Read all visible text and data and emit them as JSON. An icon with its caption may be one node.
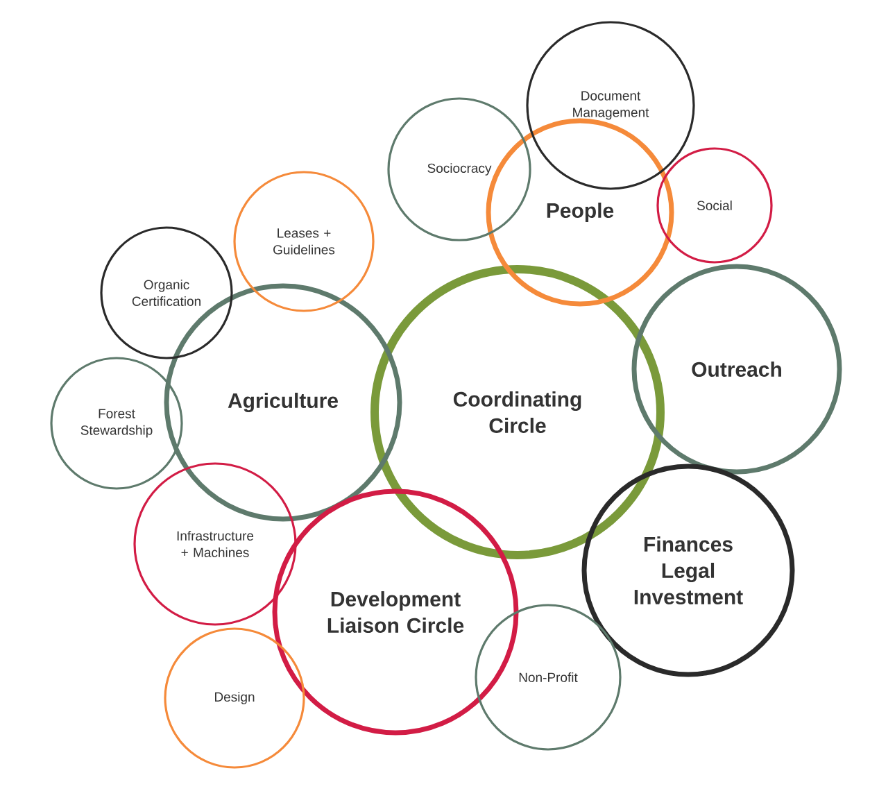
{
  "diagram": {
    "nodes": [
      {
        "text": [
          "Document Management"
        ]
      },
      {
        "text": [
          "Sociocracy"
        ]
      },
      {
        "text": [
          "People"
        ]
      },
      {
        "text": [
          "Social"
        ]
      },
      {
        "text": [
          "Leases + Guidelines"
        ]
      },
      {
        "text": [
          "Organic Certification"
        ]
      },
      {
        "text": [
          "Agriculture"
        ]
      },
      {
        "text": [
          "Coordinating Circle"
        ]
      },
      {
        "text": [
          "Outreach"
        ]
      },
      {
        "text": [
          "Forest Stewardship"
        ]
      },
      {
        "text": [
          "Infrastructure + Machines"
        ]
      },
      {
        "text": [
          "Finances Legal Investment"
        ]
      },
      {
        "text": [
          "Development Liaison Circle"
        ]
      },
      {
        "text": [
          "Non-Profit"
        ]
      },
      {
        "text": [
          "Design"
        ]
      }
    ]
  }
}
